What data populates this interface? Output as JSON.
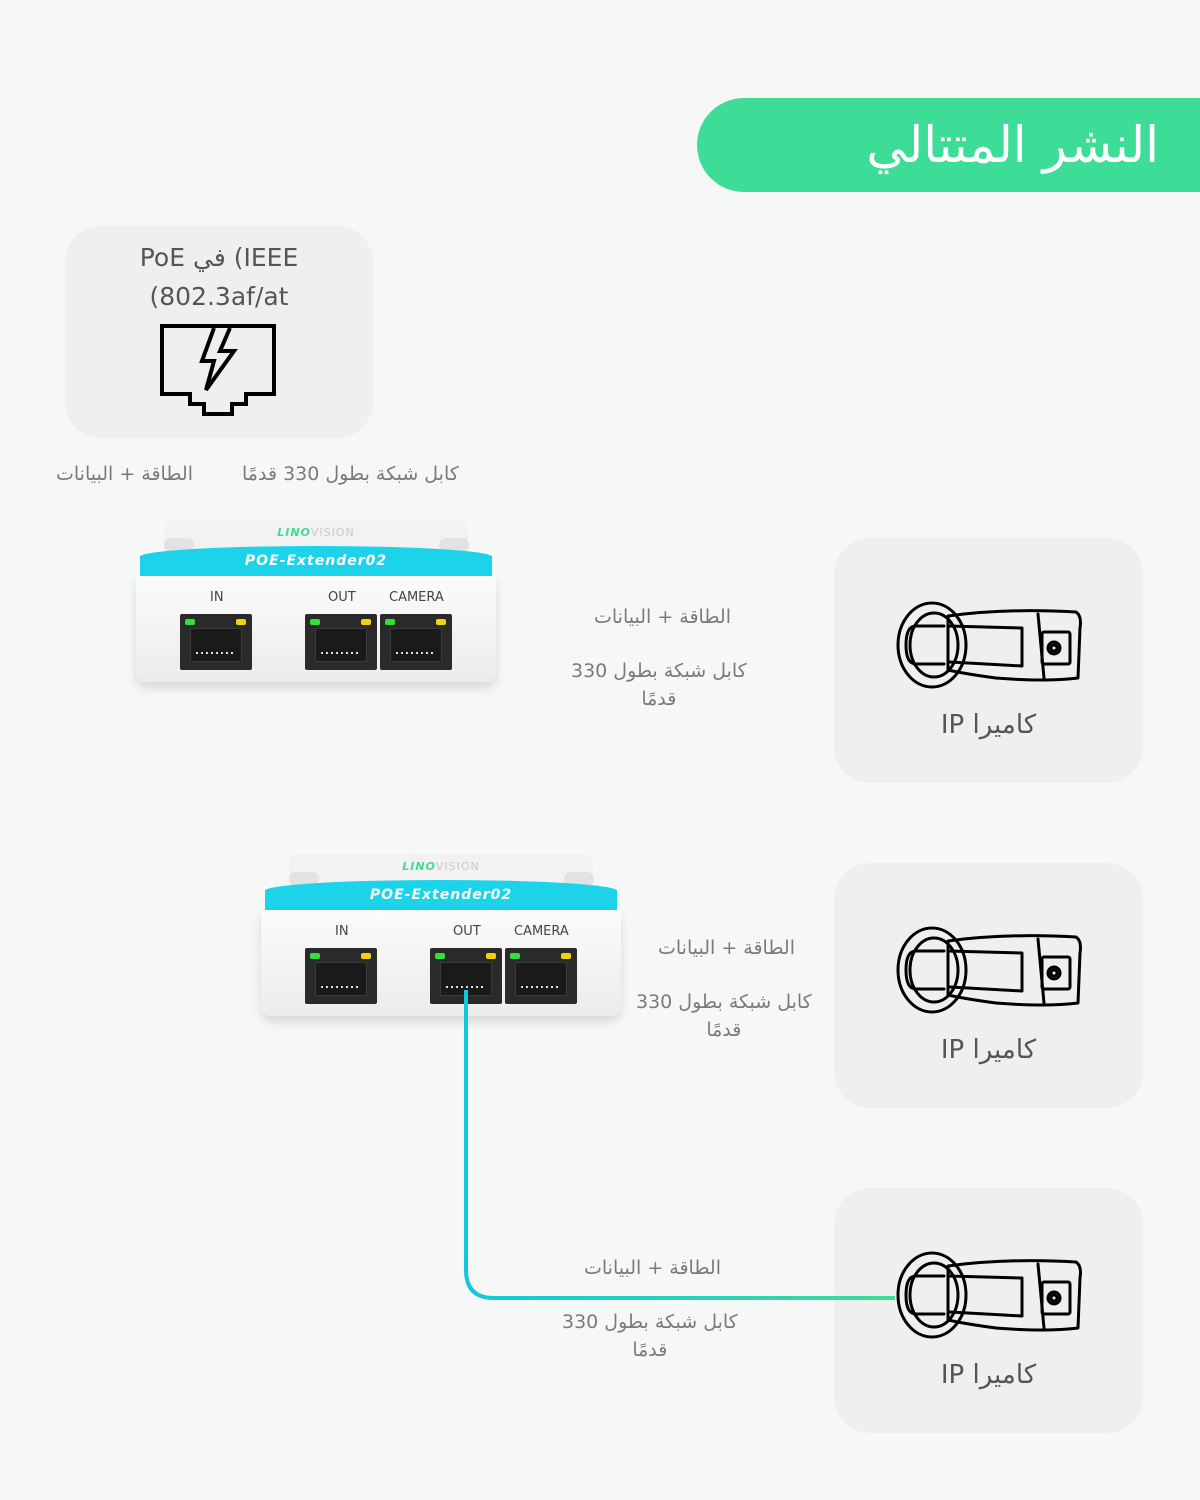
{
  "title": "النشر المتتالي",
  "source": {
    "line1": "PoE في (IEEE",
    "line2": "(802.3af/at",
    "icon": "rj45-power-icon"
  },
  "top_labels": {
    "power_data": "الطاقة + البيانات",
    "cable": "كابل شبكة بطول 330 قدمًا"
  },
  "devices": [
    {
      "brand_highlight": "LINO",
      "brand_rest": "VISION",
      "model": "POE-Extender02",
      "ports": [
        "IN",
        "OUT",
        "CAMERA"
      ]
    },
    {
      "brand_highlight": "LINO",
      "brand_rest": "VISION",
      "model": "POE-Extender02",
      "ports": [
        "IN",
        "OUT",
        "CAMERA"
      ]
    }
  ],
  "links": [
    {
      "power_data": "الطاقة + البيانات",
      "cable_line1": "كابل شبكة بطول 330",
      "cable_line2": "قدمًا"
    },
    {
      "power_data": "الطاقة + البيانات",
      "cable_line1": "كابل شبكة بطول 330",
      "cable_line2": "قدمًا"
    },
    {
      "power_data": "الطاقة + البيانات",
      "cable_line1": "كابل شبكة بطول 330",
      "cable_line2": "قدمًا"
    }
  ],
  "cameras": [
    {
      "label": "كاميرا IP",
      "icon": "bullet-camera-icon"
    },
    {
      "label": "كاميرا IP",
      "icon": "bullet-camera-icon"
    },
    {
      "label": "كاميرا IP",
      "icon": "bullet-camera-icon"
    }
  ],
  "colors": {
    "accent_green": "#3ddc97",
    "cable_cyan": "#12c8dc",
    "card_bg": "#efefef",
    "page_bg": "#f6f8f7"
  }
}
